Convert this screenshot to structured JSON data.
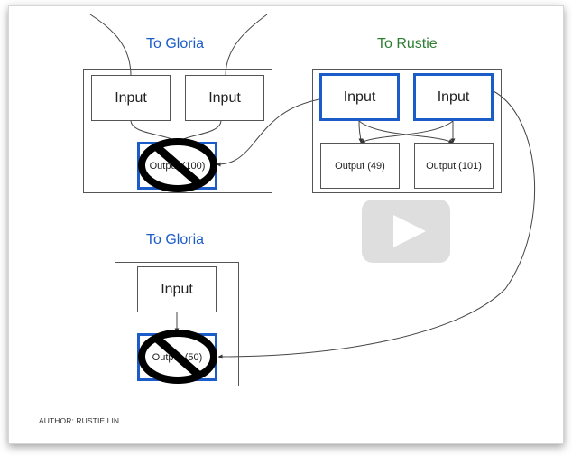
{
  "groups": [
    {
      "title": "To Gloria",
      "title_color": "#1c5cc8",
      "inputs": [
        "Input",
        "Input"
      ],
      "outputs": [
        "Output (100)"
      ],
      "blocked_outputs": [
        true
      ]
    },
    {
      "title": "To Rustie",
      "title_color": "#2e7d32",
      "inputs": [
        "Input",
        "Input"
      ],
      "outputs": [
        "Output (49)",
        "Output (101)"
      ]
    },
    {
      "title": "To Gloria",
      "title_color": "#1c5cc8",
      "inputs": [
        "Input"
      ],
      "outputs": [
        "Output (50)"
      ],
      "blocked_outputs": [
        true
      ]
    }
  ],
  "author": "AUTHOR: RUSTIE LIN",
  "icons": {
    "blocked": "no-symbol-icon",
    "play": "play-icon"
  },
  "colors": {
    "highlight": "#1c5cc8",
    "line": "#444444"
  }
}
